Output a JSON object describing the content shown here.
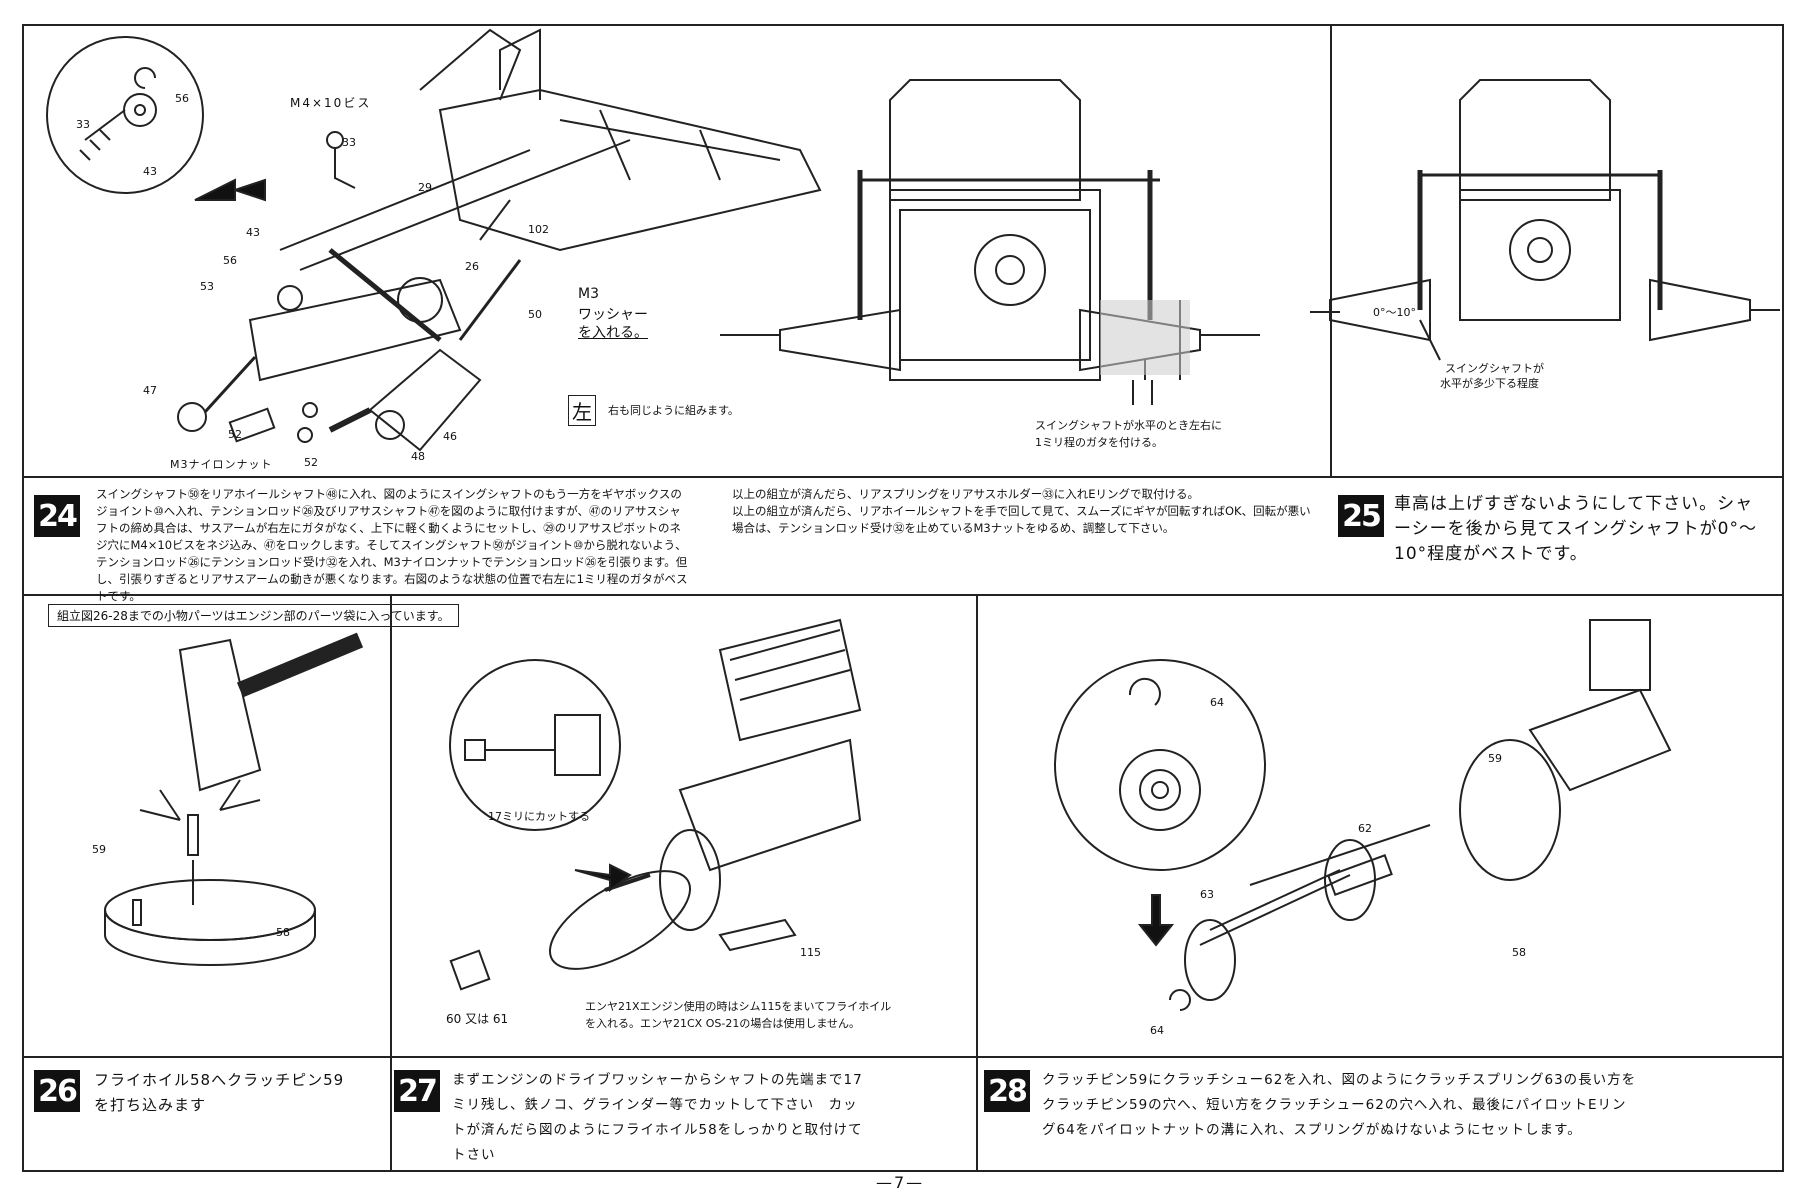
{
  "steps": {
    "s24": {
      "number": "24",
      "text_a": "スイングシャフト㊿をリアホイールシャフト㊽に入れ、図のようにスイングシャフトのもう一方をギヤボックスのジョイント⑩へ入れ、テンションロッド㉖及びリアサスシャフト㊼を図のように取付けますが、㊼のリアサスシャフトの締め具合は、サスアームが右左にガタがなく、上下に軽く動くようにセットし、㉙のリアサスピボットのネジ穴にM4×10ビスをネジ込み、㊼をロックします。そしてスイングシャフト㊿がジョイント⑩から脱れないよう、テンションロッド㉖にテンションロッド受け㉜を入れ、M3ナイロンナットでテンションロッド㉖を引張ります。但し、引張りすぎるとリアサスアームの動きが悪くなります。右図のような状態の位置で右左に1ミリ程のガタがベストです。",
      "text_b": "以上の組立が済んだら、リアスプリングをリアサスホルダー㉝に入れEリングで取付ける。\n以上の組立が済んだら、リアホイールシャフトを手で回して見て、スムーズにギヤが回転すればOK、回転が悪い場合は、テンションロッド受け㉜を止めているM3ナットをゆるめ、調整して下さい。"
    },
    "s25": {
      "number": "25",
      "text": "車高は上げすぎないようにして下さい。シャーシーを後から見てスイングシャフトが0°〜10°程度がベストです。"
    },
    "s26": {
      "number": "26",
      "text": "フライホイル58へクラッチピン59\nを打ち込みます"
    },
    "s27": {
      "number": "27",
      "text": "まずエンジンのドライブワッシャーからシャフトの先端まで17\nミリ残し、鉄ノコ、グラインダー等でカットして下さい　カッ\nトが済んだら図のようにフライホイル58をしっかりと取付けて\nトさい"
    },
    "s28": {
      "number": "28",
      "text": "クラッチピン59にクラッチシュー62を入れ、図のようにクラッチスプリング63の長い方を\nクラッチピン59の穴へ、短い方をクラッチシュー62の穴へ入れ、最後にパイロットEリン\nグ64をパイロットナットの溝に入れ、スプリングがぬけないようにセットします。"
    }
  },
  "labels": {
    "m4": "M4×10ビス",
    "m3": "M3",
    "washer": "ワッシャー",
    "washer2": "を入れる。",
    "nylon_nut": "M3ナイロンナット",
    "left_mark": "左",
    "left_note": "右も同じように組みます。",
    "swing_note1": "スイングシャフトが水平のとき左右に",
    "swing_note2": "1ミリ程のガタを付ける。",
    "angle": "0°〜10°",
    "swing_note3": "スイングシャフトが",
    "swing_note4": "水平が多少下る程度",
    "cut17": "17ミリにカットする",
    "shim1": "エンヤ21Xエンジン使用の時はシム115をまいてフライホイル",
    "shim2": "を入れる。エンヤ21CX OS-21の場合は使用しません。",
    "or_label": "60 又は 61",
    "parts_note": "組立図26-28までの小物パーツはエンジン部のパーツ袋に入っています。",
    "page_number": "—7—"
  },
  "parts": {
    "p33a": "33",
    "p56a": "56",
    "p43a": "43",
    "p33b": "33",
    "p29": "29",
    "p43b": "43",
    "p56b": "56",
    "p102": "102",
    "p26": "26",
    "p53": "53",
    "p50": "50",
    "p47": "47",
    "p52a": "52",
    "p52b": "52",
    "p48": "48",
    "p46": "46",
    "p59a": "59",
    "p58a": "58",
    "p115": "115",
    "p64a": "64",
    "p59b": "59",
    "p62": "62",
    "p63": "63",
    "p58b": "58",
    "p64b": "64"
  }
}
